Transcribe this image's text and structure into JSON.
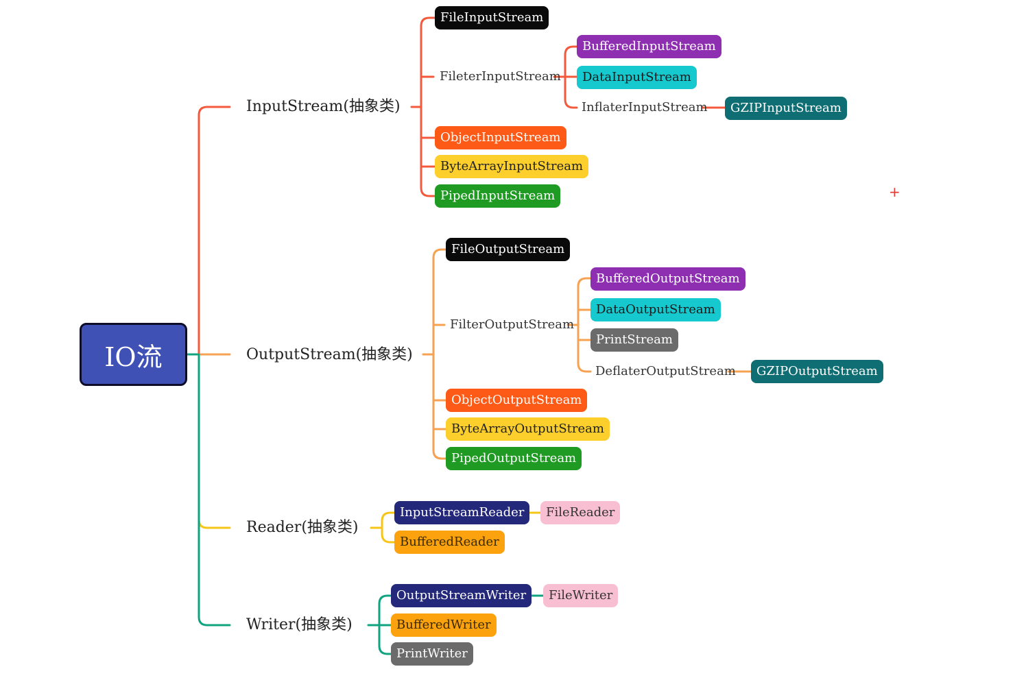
{
  "root": {
    "label": "IO流"
  },
  "branches": {
    "input": {
      "label": "InputStream(抽象类)",
      "children": {
        "file": "FileInputStream",
        "filter": "FileterInputStream",
        "filter_children": {
          "buffered": "BufferedInputStream",
          "data": "DataInputStream",
          "inflater": "InflaterInputStream",
          "gzip": "GZIPInputStream"
        },
        "object": "ObjectInputStream",
        "bytearray": "ByteArrayInputStream",
        "piped": "PipedInputStream"
      }
    },
    "output": {
      "label": "OutputStream(抽象类)",
      "children": {
        "file": "FileOutputStream",
        "filter": "FilterOutputStream",
        "filter_children": {
          "buffered": "BufferedOutputStream",
          "data": "DataOutputStream",
          "print": "PrintStream",
          "deflater": "DeflaterOutputStream",
          "gzip": "GZIPOutputStream"
        },
        "object": "ObjectOutputStream",
        "bytearray": "ByteArrayOutputStream",
        "piped": "PipedOutputStream"
      }
    },
    "reader": {
      "label": "Reader(抽象类)",
      "children": {
        "isr": "InputStreamReader",
        "file": "FileReader",
        "buffered": "BufferedReader"
      }
    },
    "writer": {
      "label": "Writer(抽象类)",
      "children": {
        "osw": "OutputStreamWriter",
        "file": "FileWriter",
        "buffered": "BufferedWriter",
        "print": "PrintWriter"
      }
    }
  },
  "colors": {
    "input_line": "#f4593c",
    "output_line": "#f6a252",
    "reader_line": "#f5c518",
    "writer_line": "#10a37f"
  },
  "cursor": "+"
}
